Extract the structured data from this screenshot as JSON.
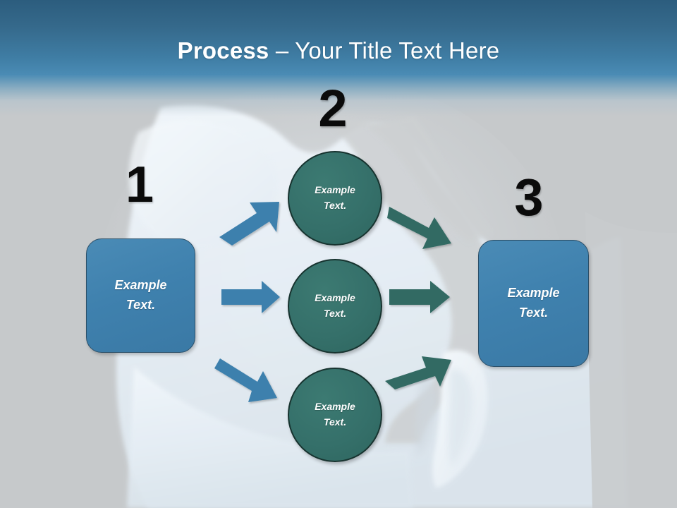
{
  "slide": {
    "title_bold": "Process",
    "title_rest": " – Your Title Text Here",
    "background_color": "#c6c9cb",
    "header_color_dark": "#2c5d7e",
    "header_color_light": "#4a8bb4",
    "accent_blue": "#3f81ae",
    "accent_teal": "#35706a",
    "numeral_color": "#0b0b0b"
  },
  "steps": [
    {
      "numeral": "1",
      "label_line1": "Example",
      "label_line2": "Text.",
      "shape": "rounded-rectangle",
      "color": "#3f81ae"
    },
    {
      "numeral": "2",
      "label_line1": "Example",
      "label_line2": "Text.",
      "shape": "circle",
      "color": "#35706a"
    },
    {
      "numeral": "3",
      "label_line1": "Example",
      "label_line2": "Text.",
      "shape": "rounded-rectangle",
      "color": "#3f81ae"
    }
  ],
  "middle_nodes": [
    {
      "label_line1": "Example",
      "label_line2": "Text."
    },
    {
      "label_line1": "Example",
      "label_line2": "Text."
    },
    {
      "label_line1": "Example",
      "label_line2": "Text."
    }
  ],
  "arrows": {
    "outbound_color": "#3d80ad",
    "inbound_color": "#336b63",
    "outbound": [
      {
        "name": "arrow-left-to-top",
        "direction": "up-right"
      },
      {
        "name": "arrow-left-to-middle",
        "direction": "right"
      },
      {
        "name": "arrow-left-to-bottom",
        "direction": "down-right"
      }
    ],
    "inbound": [
      {
        "name": "arrow-top-to-right",
        "direction": "down-right"
      },
      {
        "name": "arrow-middle-to-right",
        "direction": "right"
      },
      {
        "name": "arrow-bottom-to-right",
        "direction": "up-right"
      }
    ]
  },
  "watermark": {
    "name": "head-ear-silhouette",
    "color_light": "#eef3f7",
    "color_mid": "#dfe8ef"
  }
}
